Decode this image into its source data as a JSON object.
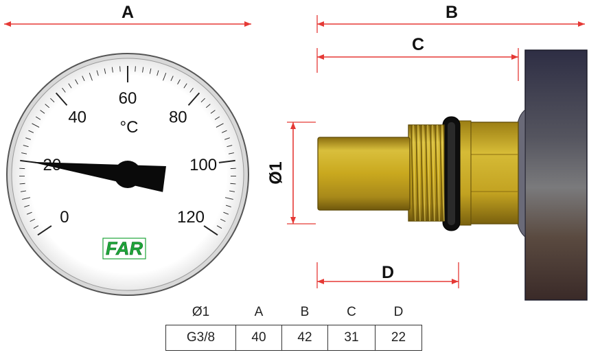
{
  "dimension_labels": {
    "a": "A",
    "b": "B",
    "c": "C",
    "d": "D",
    "diameter": "Ø1"
  },
  "dial": {
    "unit": "°C",
    "scale": [
      "0",
      "20",
      "40",
      "60",
      "80",
      "100",
      "120"
    ],
    "pointer_value": 20,
    "scale_min": 0,
    "scale_max": 120,
    "brand": "FAR"
  },
  "table": {
    "headers": [
      "Ø1",
      "A",
      "B",
      "C",
      "D"
    ],
    "values": [
      "G3/8",
      "40",
      "42",
      "31",
      "22"
    ]
  },
  "colors": {
    "dimension_line": "#e53935",
    "brass": "#c9a81e",
    "brand_green": "#1fa53a",
    "housing": "#3a3a4a"
  }
}
